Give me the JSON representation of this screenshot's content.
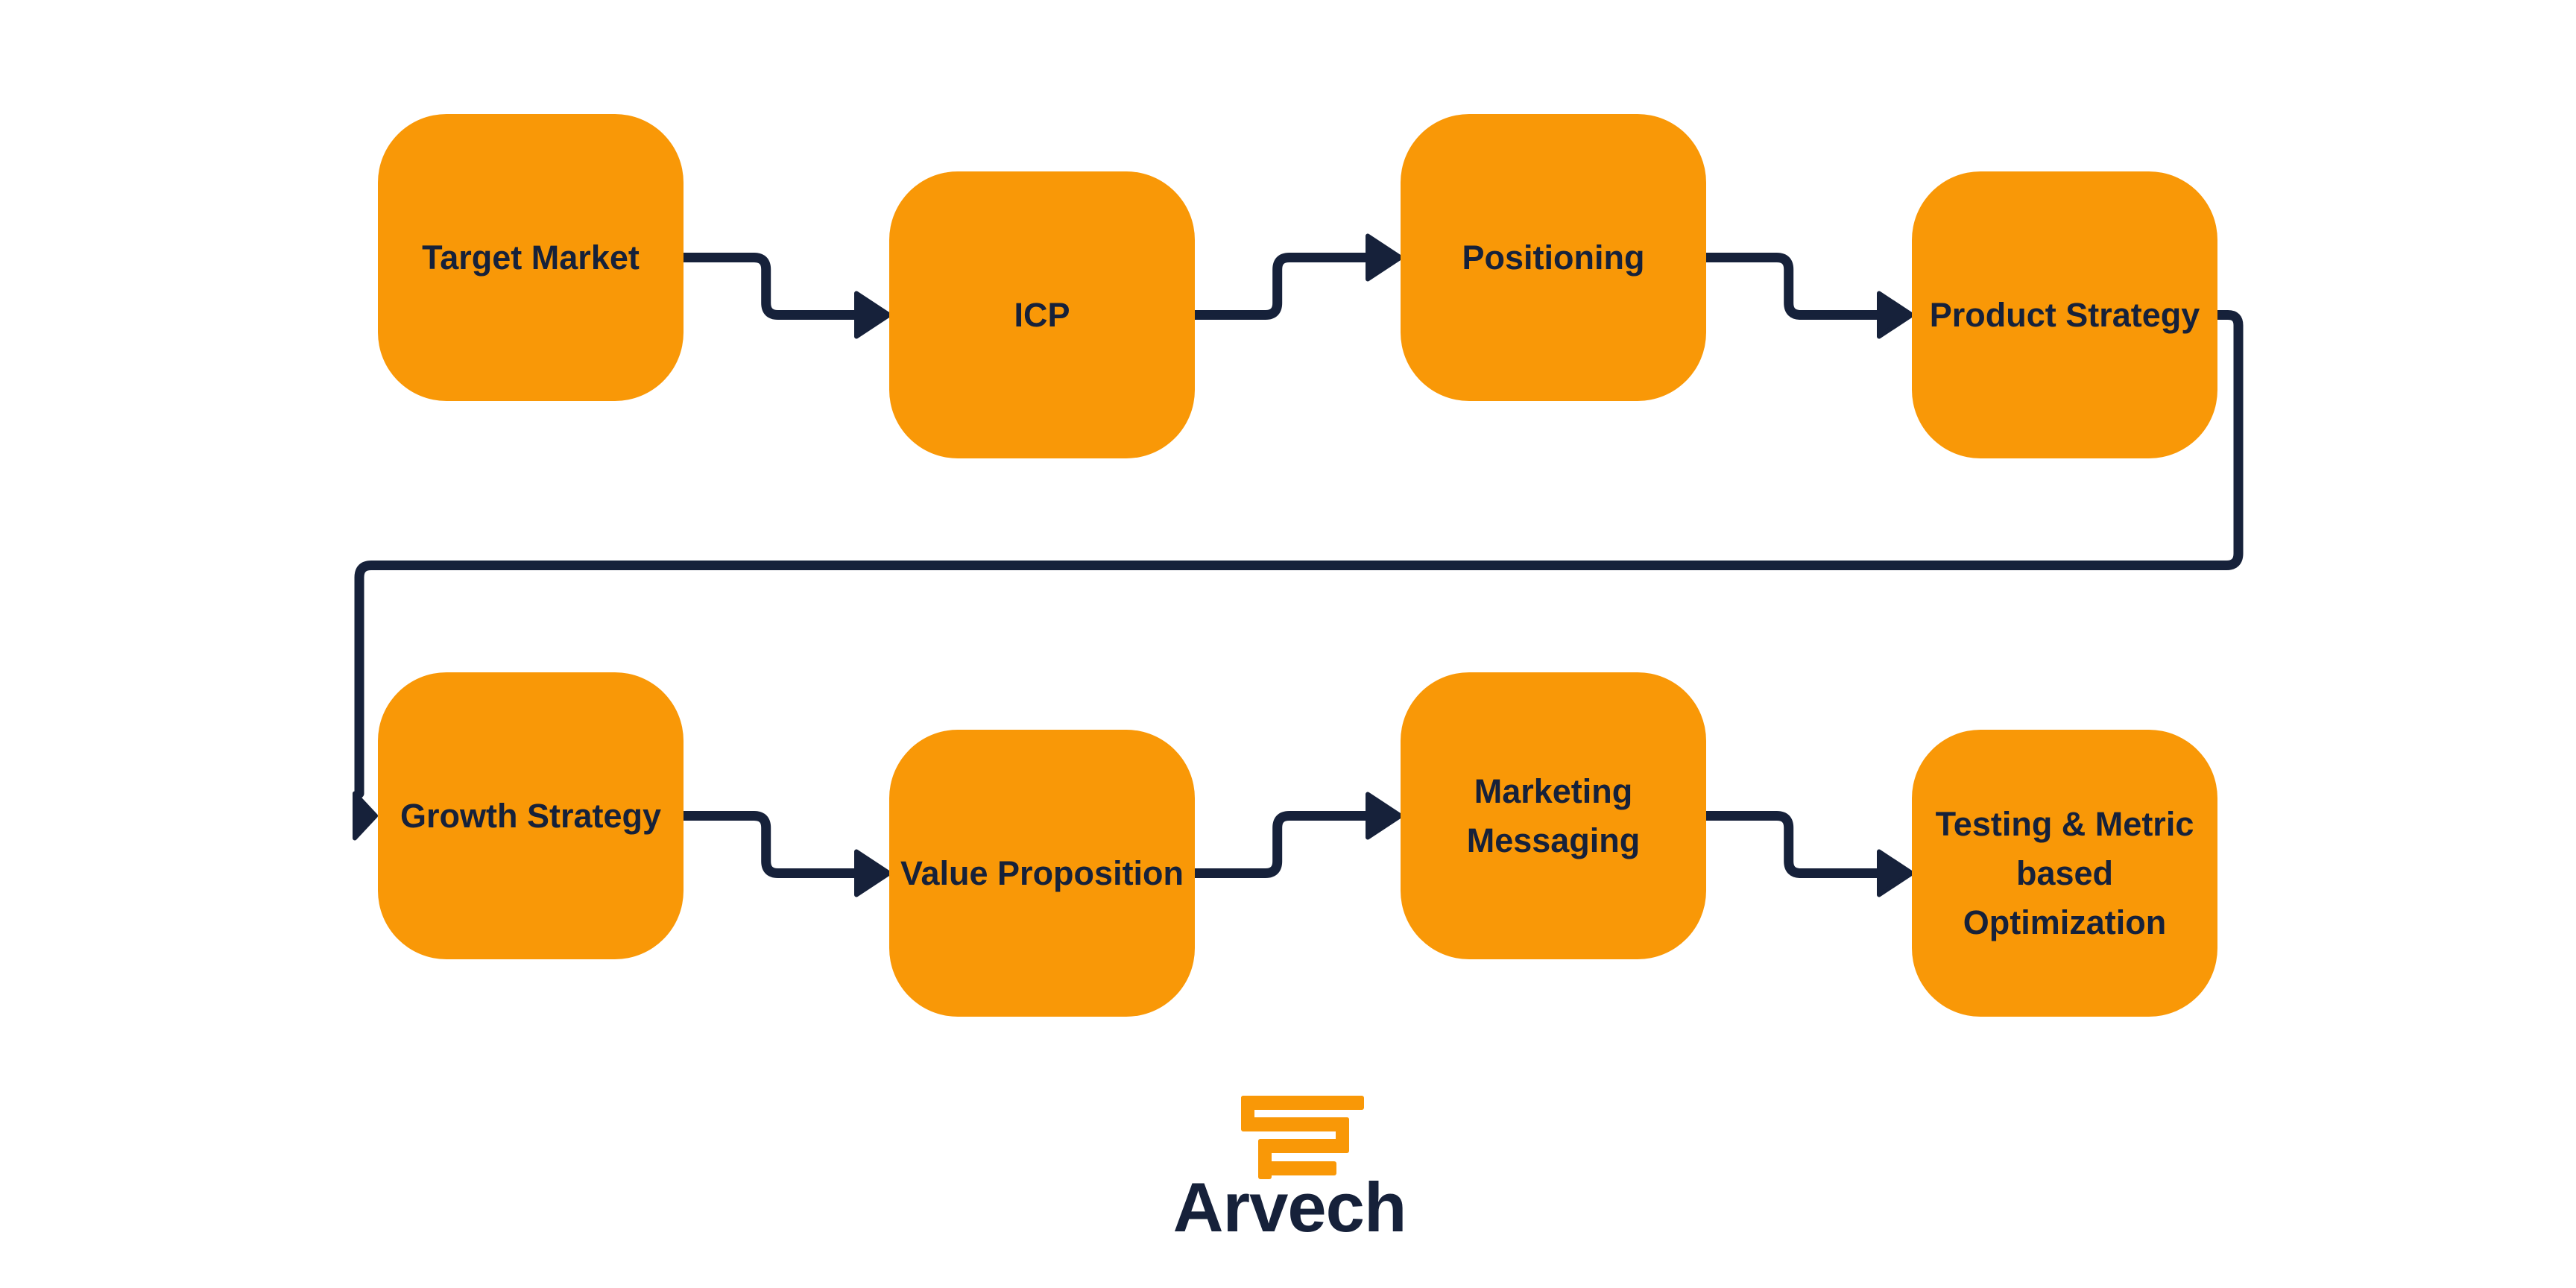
{
  "colors": {
    "box_fill": "#f99807",
    "text": "#16213a",
    "connector": "#16213a",
    "background": "#ffffff",
    "logo_mark": "#f99807",
    "logo_text": "#16213a"
  },
  "steps": [
    {
      "id": "target-market",
      "label": "Target Market"
    },
    {
      "id": "icp",
      "label": "ICP"
    },
    {
      "id": "positioning",
      "label": "Positioning"
    },
    {
      "id": "product-strategy",
      "label": "Product Strategy"
    },
    {
      "id": "growth-strategy",
      "label": "Growth Strategy"
    },
    {
      "id": "value-proposition",
      "label": "Value Proposition"
    },
    {
      "id": "marketing-messaging",
      "label": "Marketing\nMessaging"
    },
    {
      "id": "testing-metric",
      "label": "Testing & Metric\nbased\nOptimization"
    }
  ],
  "connections": [
    {
      "from": "target-market",
      "to": "icp"
    },
    {
      "from": "icp",
      "to": "positioning"
    },
    {
      "from": "positioning",
      "to": "product-strategy"
    },
    {
      "from": "product-strategy",
      "to": "growth-strategy"
    },
    {
      "from": "growth-strategy",
      "to": "value-proposition"
    },
    {
      "from": "value-proposition",
      "to": "marketing-messaging"
    },
    {
      "from": "marketing-messaging",
      "to": "testing-metric"
    }
  ],
  "logo": {
    "icon": "stacked-bars-logo-icon",
    "wordmark": "Arvech"
  }
}
